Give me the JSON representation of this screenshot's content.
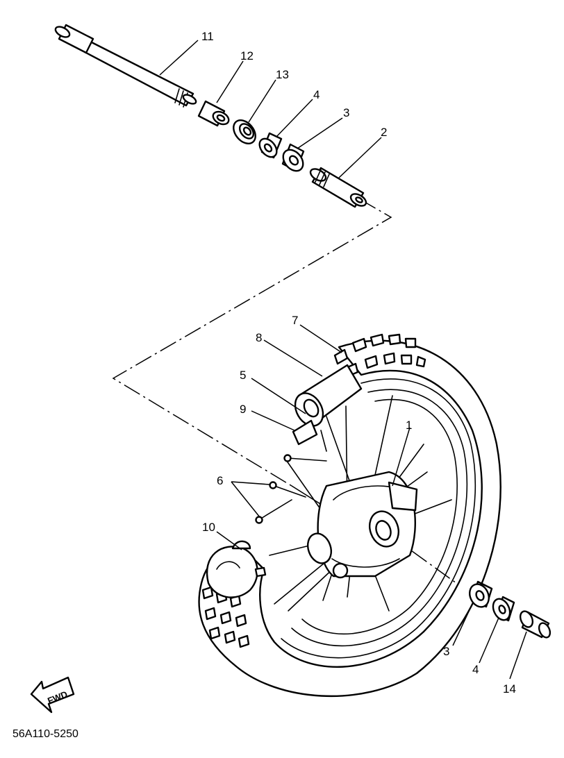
{
  "callouts": {
    "c1": "1",
    "c2": "2",
    "c3a": "3",
    "c3b": "3",
    "c4a": "4",
    "c4b": "4",
    "c5": "5",
    "c6": "6",
    "c7": "7",
    "c8": "8",
    "c9": "9",
    "c10": "10",
    "c11": "11",
    "c12": "12",
    "c13": "13",
    "c14": "14"
  },
  "direction_label": "FWD",
  "drawing_code": "56A110-5250"
}
